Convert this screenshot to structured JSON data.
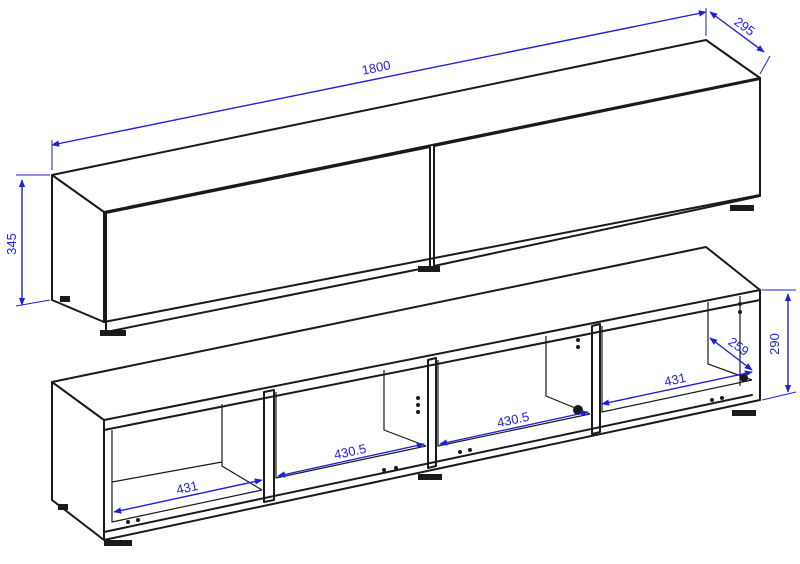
{
  "colors": {
    "line": "#1a1a1a",
    "dimension": "#1f1fd6",
    "background": "#ffffff"
  },
  "upper_cabinet": {
    "width": "1800",
    "depth": "295",
    "height": "345"
  },
  "lower_cabinet": {
    "height": "290",
    "depth": "259",
    "compartment_1_width": "431",
    "compartment_2_width": "430.5",
    "compartment_3_width": "430.5",
    "compartment_4_width": "431"
  }
}
